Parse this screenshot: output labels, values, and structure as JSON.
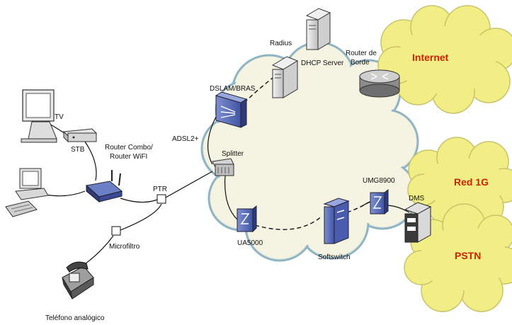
{
  "labels": {
    "tv": "TV",
    "stb": "STB",
    "router_combo_1": "Router Combo/",
    "router_combo_2": "Router WiFI",
    "adsl": "ADSL2+",
    "dslam": "DSLAM/BRAS",
    "splitter": "Splitter",
    "radius": "Radius",
    "dhcp": "DHCP Server",
    "router_borde_1": "Router de",
    "router_borde_2": "Borde",
    "internet": "Internet",
    "red1g": "Red 1G",
    "pstn": "PSTN",
    "dms": "DMS",
    "umg": "UMG8900",
    "ua5000": "UA5000",
    "softswitch": "Softswitch",
    "ptr": "PTR",
    "microfiltro": "Microfiltro",
    "telefono": "Teléfono analógico"
  },
  "colors": {
    "cloud_fill": "#f7f5e6",
    "cloud_edge": "#8fb4c4",
    "external_cloud_fill": "#f2ee86",
    "external_cloud_edge": "#c9c36a",
    "accent_red": "#cc2200",
    "device_blue": "#5a6fb8"
  },
  "icons": [
    "tv-monitor-icon",
    "set-top-box-icon",
    "desktop-pc-icon",
    "wifi-router-icon",
    "telephone-icon",
    "server-icon",
    "core-router-icon",
    "dslam-icon",
    "splitter-icon",
    "gateway-icon",
    "softswitch-icon"
  ]
}
